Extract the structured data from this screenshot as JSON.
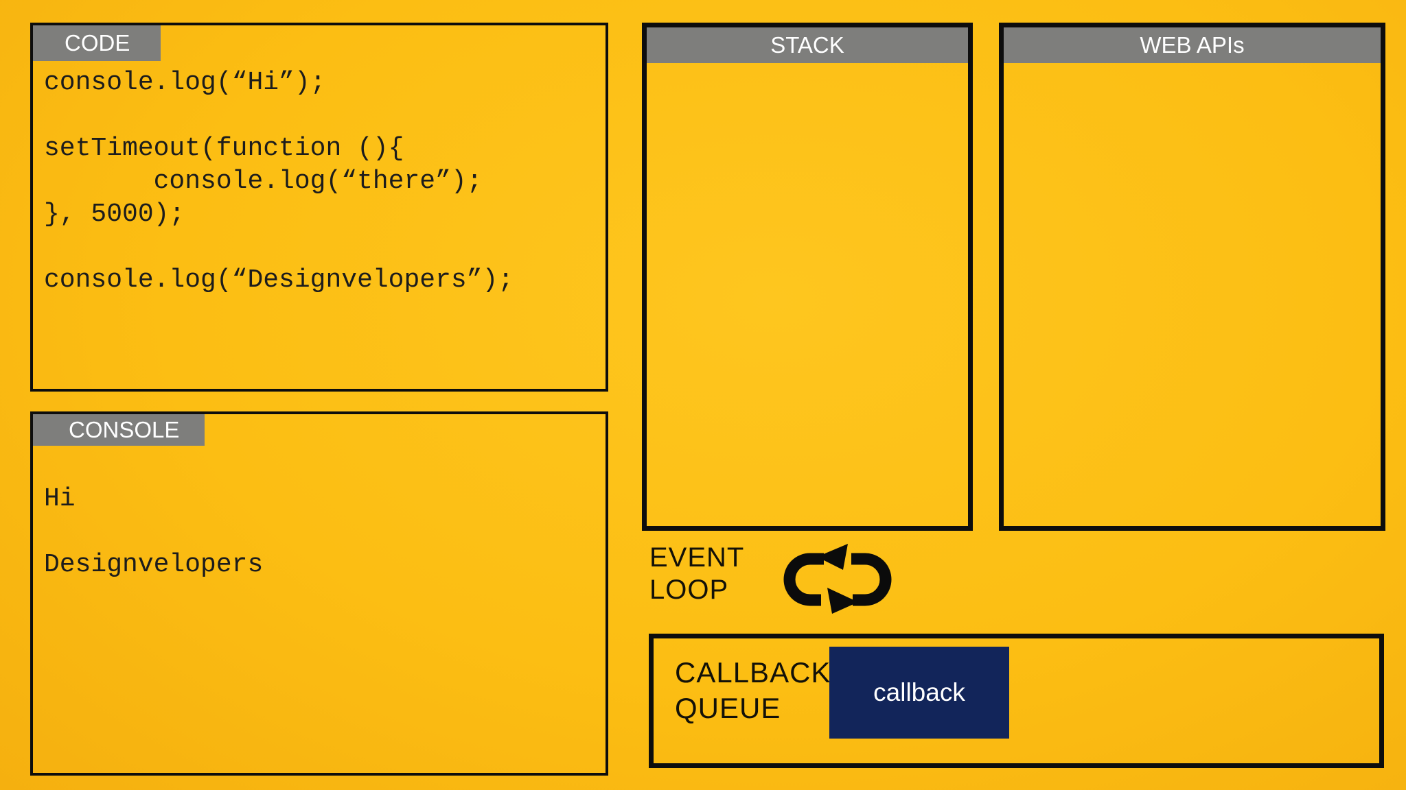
{
  "colors": {
    "background": "#fcbe13",
    "panel_header": "#7e7e7c",
    "header_text": "#ffffff",
    "border": "#0d0d0d",
    "code_text": "#1c1c1c",
    "label_text": "#131108",
    "queue_item_bg": "#12255a",
    "queue_item_text": "#ffffff"
  },
  "code_panel": {
    "title": "CODE",
    "lines": [
      "console.log(“Hi”);",
      "",
      "setTimeout(function (){",
      "       console.log(“there”);",
      "}, 5000);",
      "",
      "console.log(“Designvelopers”);"
    ]
  },
  "console_panel": {
    "title": "CONSOLE",
    "lines": [
      "Hi",
      "",
      "Designvelopers"
    ]
  },
  "stack_panel": {
    "title": "STACK"
  },
  "web_apis_panel": {
    "title": "WEB APIs"
  },
  "event_loop": {
    "label_line1": "EVENT",
    "label_line2": "LOOP",
    "icon": "loop-arrows-icon"
  },
  "callback_queue": {
    "label_line1": "CALLBACK",
    "label_line2": "QUEUE",
    "items": [
      {
        "label": "callback"
      }
    ]
  }
}
